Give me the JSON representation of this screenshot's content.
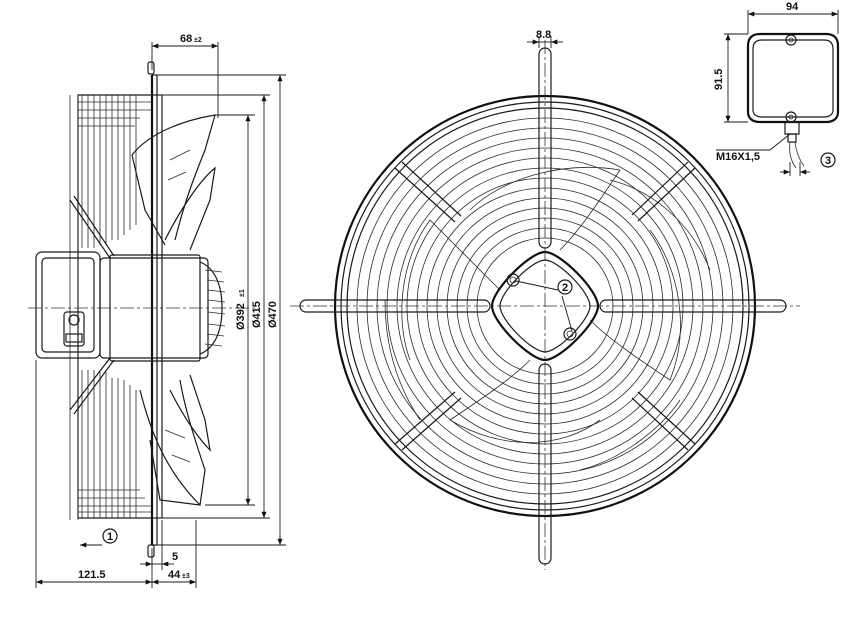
{
  "dimensions": {
    "top_depth": "68",
    "top_depth_tol": "±2",
    "blade_dia": "Ø392",
    "blade_dia_tol": "±1",
    "ring_dia": "Ø415",
    "guard_dia": "Ø470",
    "overall_depth": "121.5",
    "offset": "5",
    "flange_depth": "44",
    "flange_depth_tol": "±3",
    "bar_width": "8.8",
    "box_width": "94",
    "box_height": "91.5",
    "cable_gland": "M16X1,5"
  },
  "callouts": [
    "1",
    "2",
    "3"
  ]
}
